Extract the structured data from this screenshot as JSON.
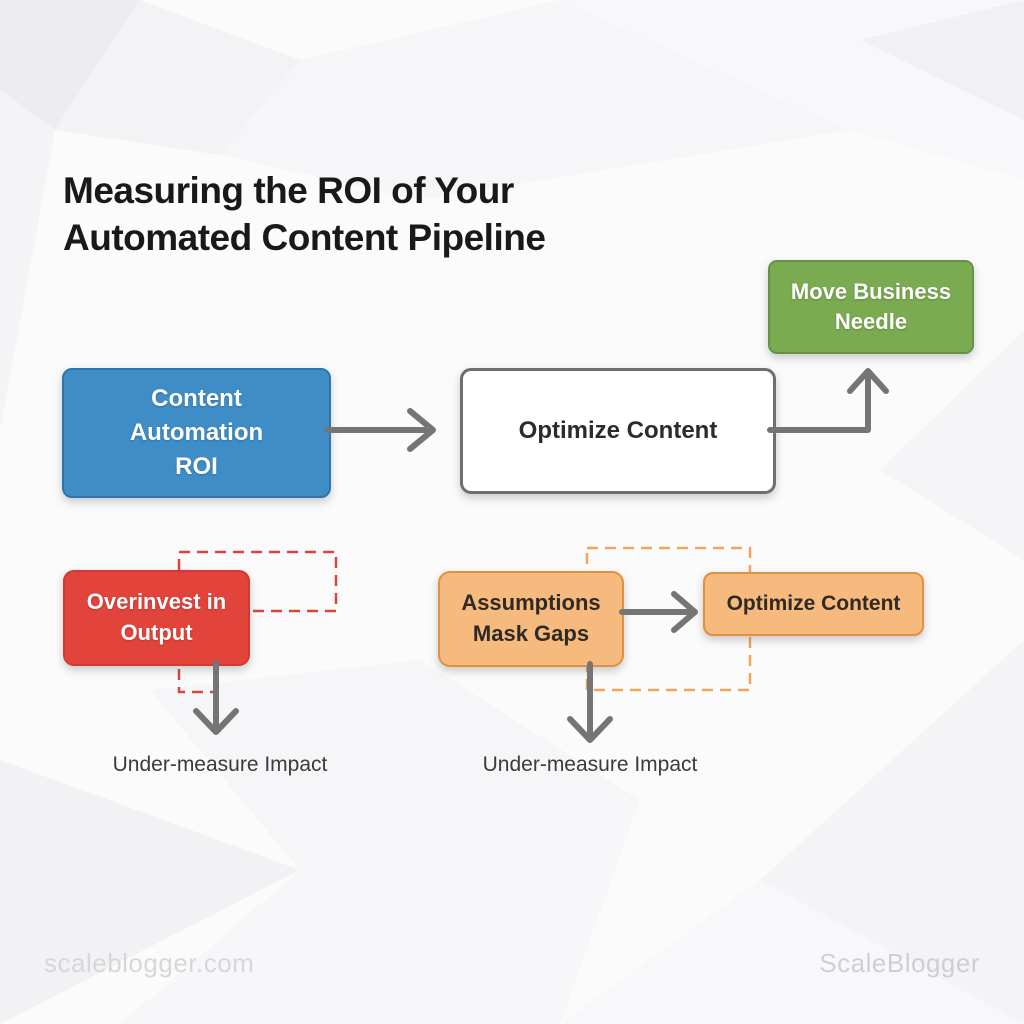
{
  "title": "Measuring the ROI of Your\nAutomated Content Pipeline",
  "diagram": {
    "nodes": {
      "content_automation_roi": {
        "label": "Content\nAutomation\nROI",
        "fill": "#3F8DC6",
        "text_color": "#FFFFFF"
      },
      "optimize_content_main": {
        "label": "Optimize Content",
        "fill": "#FFFFFF",
        "text_color": "#2B2B2B"
      },
      "move_business_needle": {
        "label": "Move Business\nNeedle",
        "fill": "#7AAB51",
        "text_color": "#FFFFFF"
      },
      "overinvest_in_output": {
        "label": "Overinvest in\nOutput",
        "fill": "#E2443B",
        "text_color": "#FFFFFF"
      },
      "assumptions_mask_gaps": {
        "label": "Assumptions\nMask Gaps",
        "fill": "#F6B97E",
        "text_color": "#2F2A23"
      },
      "optimize_content_secondary": {
        "label": "Optimize Content",
        "fill": "#F6B97E",
        "text_color": "#2F2A23"
      }
    },
    "captions": {
      "under_measure_left": "Under-measure Impact",
      "under_measure_right": "Under-measure Impact"
    },
    "colors": {
      "arrow_gray": "#757575",
      "dashed_red": "#D9453E",
      "dashed_orange": "#F0A55F",
      "title_text": "#191919"
    }
  },
  "footer": {
    "site": "scaleblogger.com",
    "brand": "ScaleBlogger"
  }
}
